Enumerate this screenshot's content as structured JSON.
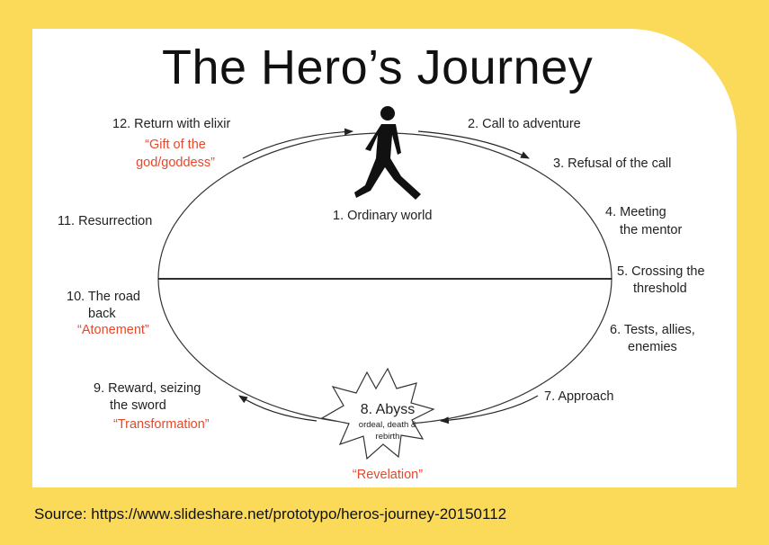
{
  "title": "The Hero’s Journey",
  "stages": {
    "s1": "1. Ordinary world",
    "s2": "2. Call to adventure",
    "s3": "3. Refusal of the call",
    "s4a": "4. Meeting",
    "s4b": "the mentor",
    "s5a": "5. Crossing the",
    "s5b": "threshold",
    "s6a": "6. Tests, allies,",
    "s6b": "enemies",
    "s7": "7. Approach",
    "s8": "8. Abyss",
    "s8sub1": "ordeal, death &",
    "s8sub2": "rebirth",
    "s9a": "9. Reward, seizing",
    "s9b": "the sword",
    "s10a": "10. The road",
    "s10b": "back",
    "s11": "11. Resurrection",
    "s12": "12. Return with elixir"
  },
  "quotes": {
    "gift1": "“Gift of the",
    "gift2": "god/goddess”",
    "atonement": "“Atonement”",
    "transformation": "“Transformation”",
    "revelation": "“Revelation”"
  },
  "source": "Source: https://www.slideshare.net/prototypo/heros-journey-20150112",
  "colors": {
    "background": "#FBDA5A",
    "card": "#FFFFFF",
    "quote": "#E8472B"
  },
  "icons": {
    "figure": "walking-person-icon",
    "abyss": "starburst-icon"
  }
}
